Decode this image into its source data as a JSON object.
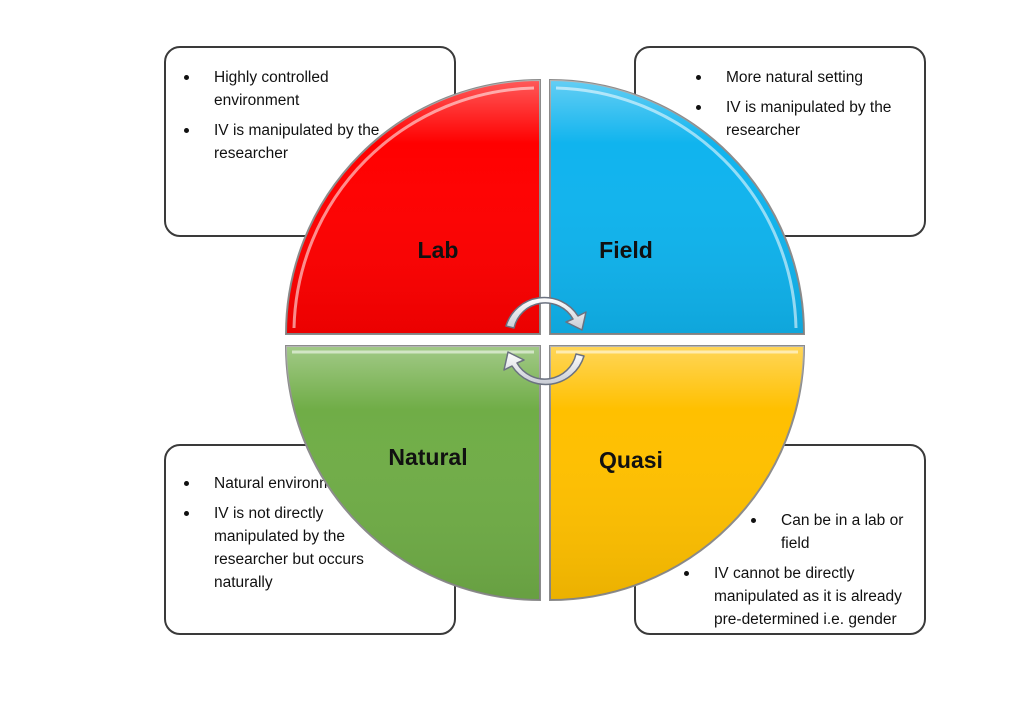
{
  "quadrants": {
    "lab": {
      "label": "Lab",
      "color": "#ff0000",
      "bullets": [
        "Highly controlled environment",
        "IV is manipulated by the researcher"
      ]
    },
    "field": {
      "label": "Field",
      "color": "#10b4ee",
      "bullets": [
        "More natural setting",
        "IV is manipulated by the researcher"
      ]
    },
    "natural": {
      "label": "Natural",
      "color": "#70ad47",
      "bullets": [
        "Natural environment",
        "IV is not directly manipulated by the researcher but occurs naturally"
      ]
    },
    "quasi": {
      "label": "Quasi",
      "color": "#ffc000",
      "bullets": [
        "Can be in a lab or field",
        "IV cannot be directly manipulated as it is already pre-determined i.e. gender"
      ]
    }
  },
  "center_icon": "cycle-arrows-icon"
}
